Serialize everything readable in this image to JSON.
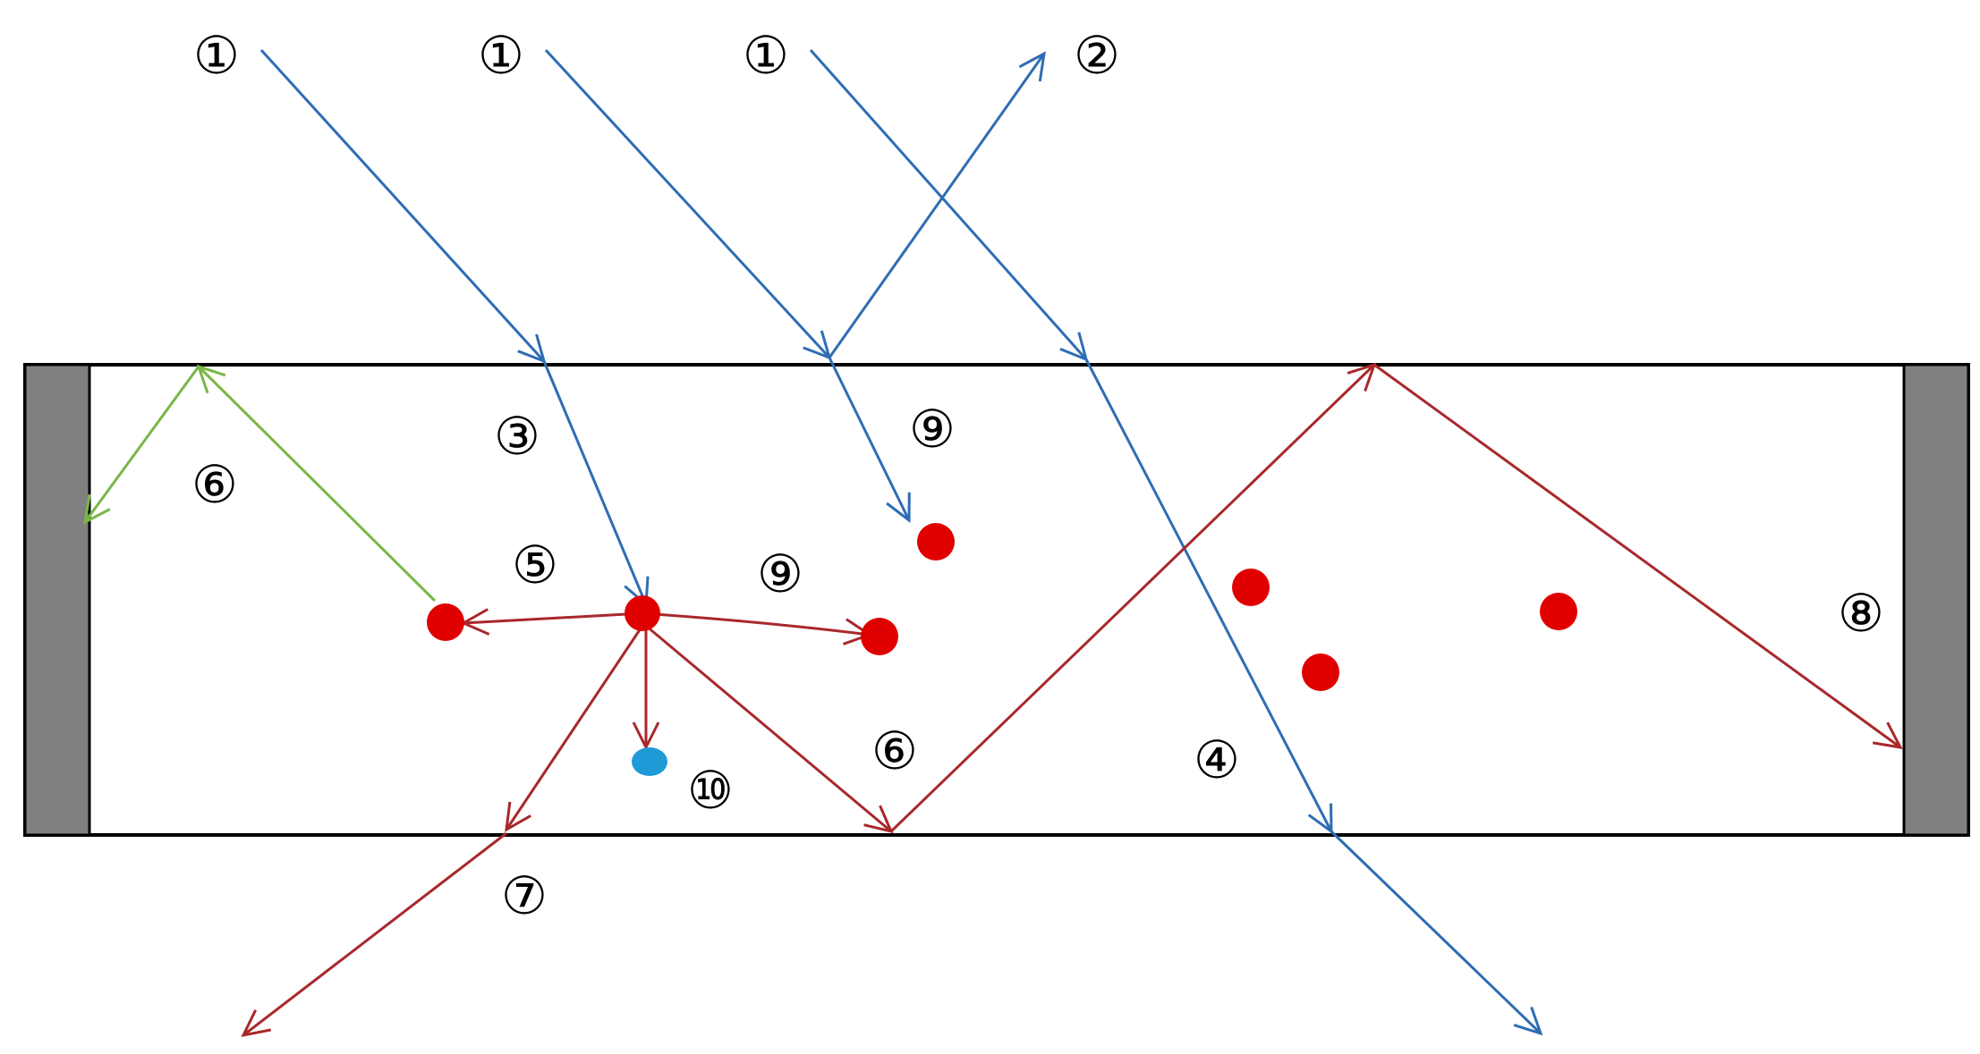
{
  "colors": {
    "blue_ray": "#2e6db4",
    "red_ray": "#a8282b",
    "green_ray": "#7ab648",
    "particle_red": "#e00000",
    "particle_blue": "#1e9ad6",
    "wall_grey": "#808080",
    "outline": "#000000"
  },
  "labels": {
    "in_1a": "①",
    "in_1b": "①",
    "in_1c": "①",
    "reflect_2": "②",
    "refract_3": "③",
    "transmit_4": "④",
    "scatter_5": "⑤",
    "bounce_6_left": "⑥",
    "bounce_6_mid": "⑥",
    "escape_7": "⑦",
    "guided_8": "⑧",
    "scatter_9_top": "⑨",
    "scatter_9_mid": "⑨",
    "absorb_10": "⑩"
  }
}
